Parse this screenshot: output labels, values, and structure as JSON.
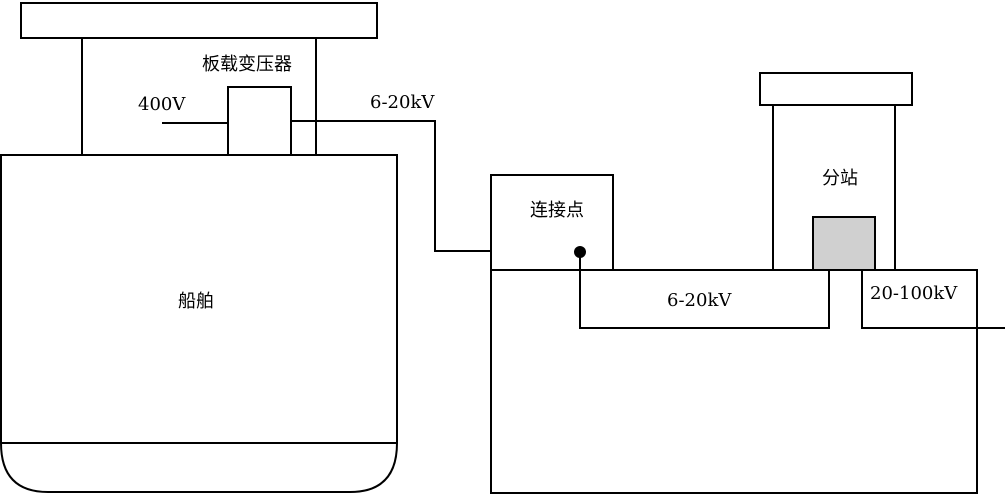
{
  "labels": {
    "transformer": "板载变压器",
    "low_voltage": "400V",
    "ship_feed_voltage": "6-20kV",
    "ship": "船舶",
    "connection_point": "连接点",
    "substation": "分站",
    "shore_voltage": "6-20kV",
    "grid_voltage": "20-100kV"
  },
  "colors": {
    "substation_transformer": "#d0d0d0"
  }
}
